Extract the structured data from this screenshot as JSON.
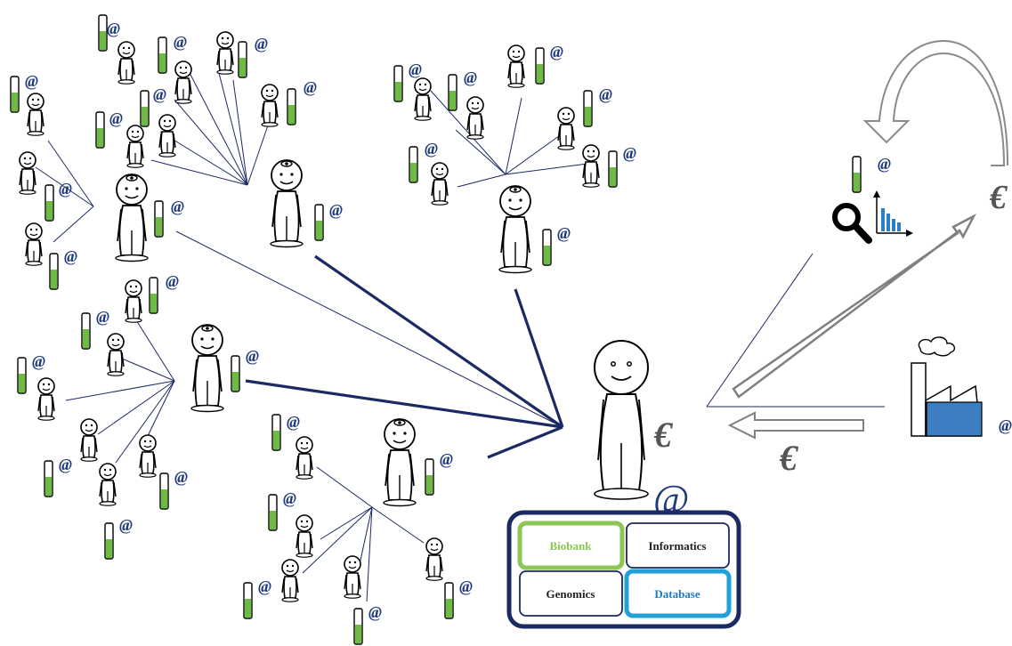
{
  "symbols": {
    "email": "@",
    "currency": "€"
  },
  "center_box": {
    "biobank": "Biobank",
    "informatics": "Informatics",
    "genomics": "Genomics",
    "database": "Database"
  },
  "colors": {
    "navy": "#1b2a63",
    "sample_green": "#6dbb45",
    "biobank_green": "#8cc654",
    "database_blue": "#22a0d8",
    "factory_blue": "#3c7ec0",
    "arrow_gray": "#7f7f7f"
  },
  "icons": [
    "person-icon",
    "doctor-icon",
    "sample-tube-icon",
    "magnifier-icon",
    "bar-chart-icon",
    "factory-icon",
    "arrow-icon",
    "curved-arrow-icon"
  ]
}
